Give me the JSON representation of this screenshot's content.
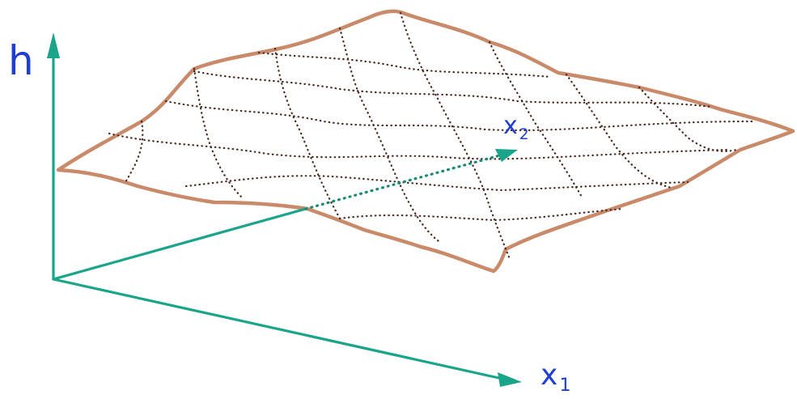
{
  "labels": {
    "h": "h",
    "x1": "x",
    "x1_sub": "1",
    "x2": "x",
    "x2_sub": "2"
  },
  "colors": {
    "axis": "#1aa58a",
    "surface_edge": "#c98a6a",
    "grid_dots": "#4a2a20",
    "label": "#1f3fd0"
  }
}
